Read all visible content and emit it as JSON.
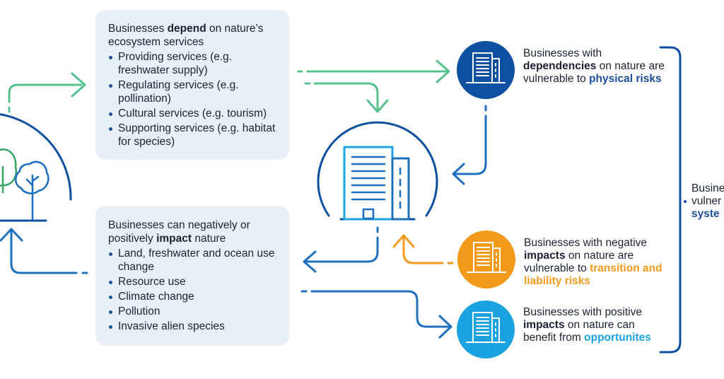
{
  "dependencies_box": {
    "intro_pre": "Businesses ",
    "intro_bold": "depend",
    "intro_post": " on nature’s ecosystem services",
    "items": [
      "Providing services (e.g. freshwater supply)",
      "Regulating services (e.g. pollination)",
      "Cultural services (e.g. tourism)",
      "Supporting services (e.g. habitat for species)"
    ]
  },
  "impacts_box": {
    "intro_pre": "Businesses can negatively or positively ",
    "intro_bold": "impact",
    "intro_post": " nature",
    "items": [
      "Land, freshwater and ocean use change",
      "Resource use",
      "Climate change",
      "Pollution",
      "Invasive alien species"
    ]
  },
  "physical_risk": {
    "text_pre": "Businesses with ",
    "text_bold": "dependencies",
    "text_mid": " on nature are vulnerable to ",
    "text_highlight": "physical risks",
    "circle_color": "#0d4fa0"
  },
  "transition_risk": {
    "text_pre": "Businesses with  negative ",
    "text_bold": "impacts",
    "text_mid": " on nature are vulnerable to ",
    "text_highlight": "transition and liability risks",
    "circle_color": "#f29a1c"
  },
  "opportunities": {
    "text_pre": "Businesses with positive ",
    "text_bold": "impacts",
    "text_mid": " on nature can benefit from ",
    "text_highlight": "opportunites",
    "circle_color": "#1aa3e0"
  },
  "systemic": {
    "line1": "Busine",
    "line2": "vulner",
    "line3": "syste"
  },
  "colors": {
    "navy": "#0d4fa0",
    "blue_arrow": "#1f6fbf",
    "green_arrow": "#57c08d",
    "orange": "#f29a1c",
    "cyan": "#1aa3e0",
    "tree_green": "#3aa56b"
  }
}
